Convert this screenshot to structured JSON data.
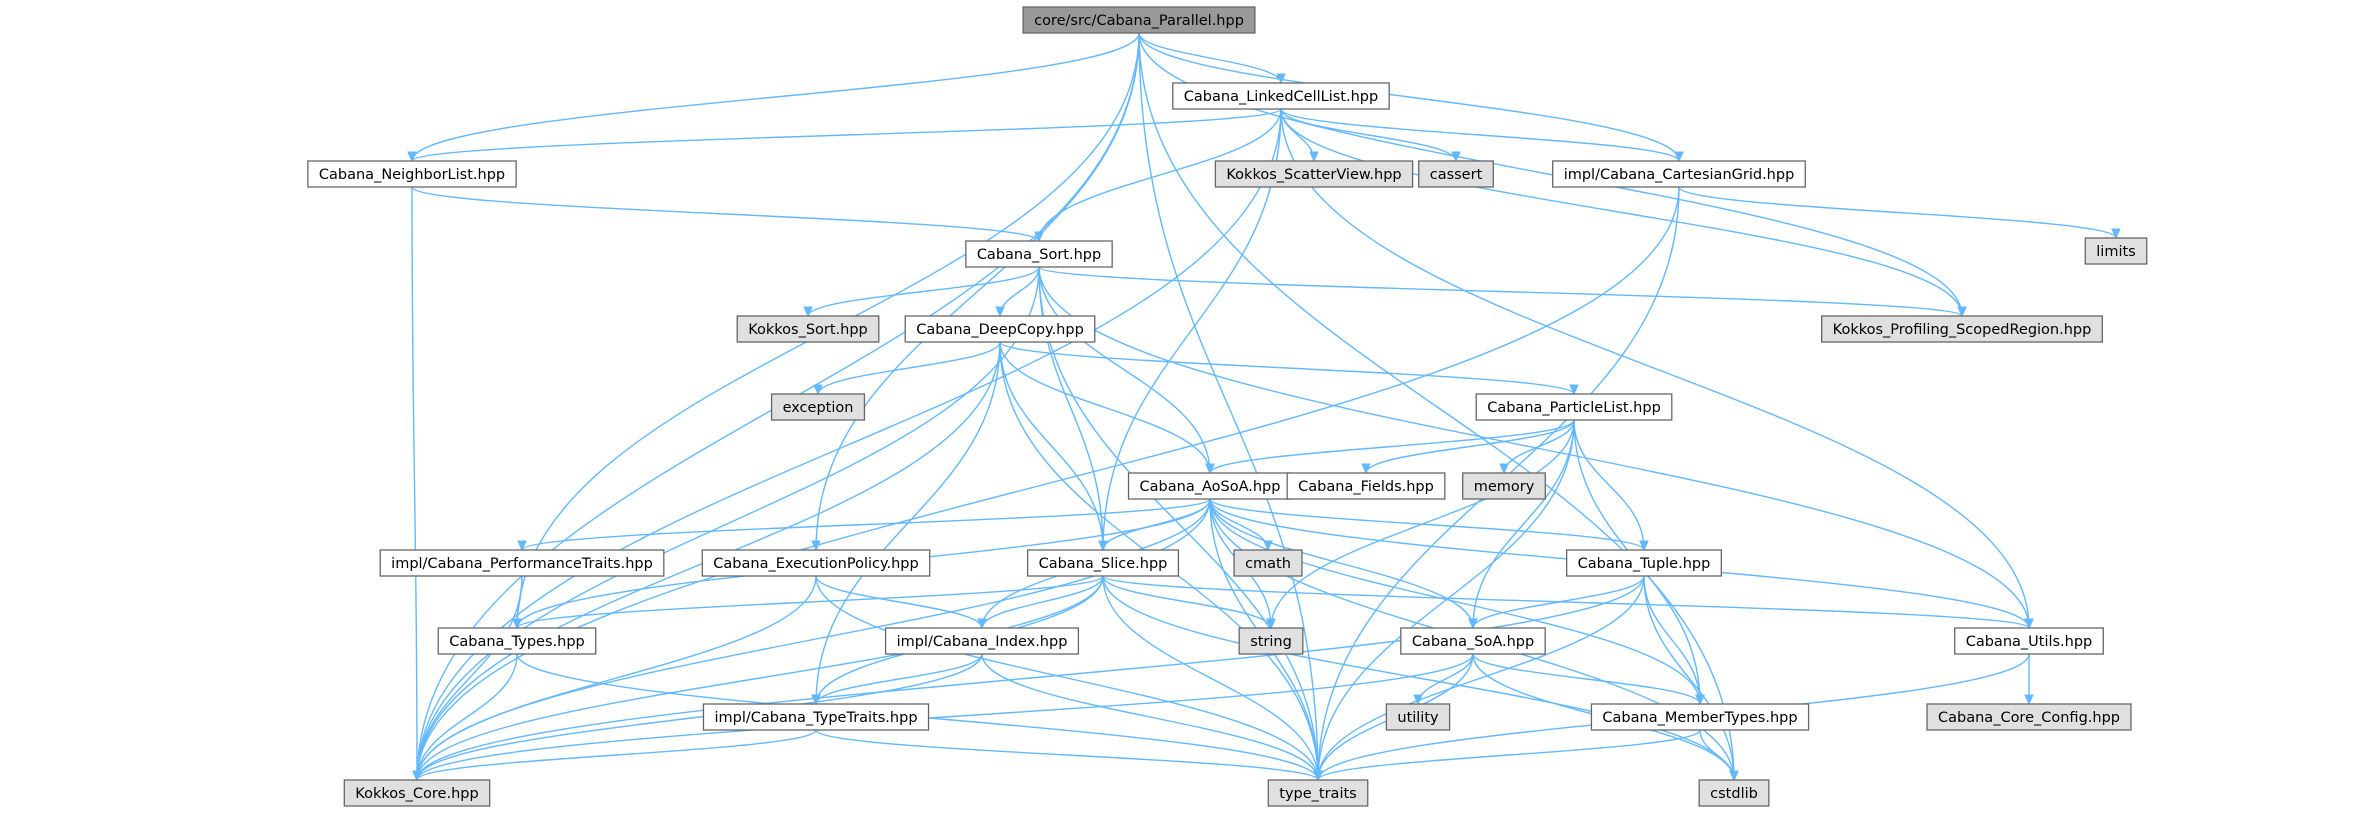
{
  "diagram": {
    "colors": {
      "root_fill": "#999999",
      "file_fill": "#ffffff",
      "external_fill": "#e0e0e0",
      "border": "#666666",
      "edge": "#63b8ff",
      "text": "#000000"
    },
    "nodes": [
      {
        "id": "parallel",
        "label": "core/src/Cabana_Parallel.hpp",
        "kind": "root"
      },
      {
        "id": "linkedcell",
        "label": "Cabana_LinkedCellList.hpp",
        "kind": "file"
      },
      {
        "id": "neighborlist",
        "label": "Cabana_NeighborList.hpp",
        "kind": "file"
      },
      {
        "id": "scatterview",
        "label": "Kokkos_ScatterView.hpp",
        "kind": "external"
      },
      {
        "id": "cassert",
        "label": "cassert",
        "kind": "external"
      },
      {
        "id": "cartgrid",
        "label": "impl/Cabana_CartesianGrid.hpp",
        "kind": "file"
      },
      {
        "id": "limits",
        "label": "limits",
        "kind": "external"
      },
      {
        "id": "sort",
        "label": "Cabana_Sort.hpp",
        "kind": "file"
      },
      {
        "id": "kokkossort",
        "label": "Kokkos_Sort.hpp",
        "kind": "external"
      },
      {
        "id": "deepcopy",
        "label": "Cabana_DeepCopy.hpp",
        "kind": "file"
      },
      {
        "id": "profiling",
        "label": "Kokkos_Profiling_ScopedRegion.hpp",
        "kind": "external"
      },
      {
        "id": "exception",
        "label": "exception",
        "kind": "external"
      },
      {
        "id": "particlelist",
        "label": "Cabana_ParticleList.hpp",
        "kind": "file"
      },
      {
        "id": "aosoa",
        "label": "Cabana_AoSoA.hpp",
        "kind": "file"
      },
      {
        "id": "fields",
        "label": "Cabana_Fields.hpp",
        "kind": "file"
      },
      {
        "id": "memory",
        "label": "memory",
        "kind": "external"
      },
      {
        "id": "perftraits",
        "label": "impl/Cabana_PerformanceTraits.hpp",
        "kind": "file"
      },
      {
        "id": "execpolicy",
        "label": "Cabana_ExecutionPolicy.hpp",
        "kind": "file"
      },
      {
        "id": "slice",
        "label": "Cabana_Slice.hpp",
        "kind": "file"
      },
      {
        "id": "cmath",
        "label": "cmath",
        "kind": "external"
      },
      {
        "id": "tuple",
        "label": "Cabana_Tuple.hpp",
        "kind": "file"
      },
      {
        "id": "types",
        "label": "Cabana_Types.hpp",
        "kind": "file"
      },
      {
        "id": "index",
        "label": "impl/Cabana_Index.hpp",
        "kind": "file"
      },
      {
        "id": "string",
        "label": "string",
        "kind": "external"
      },
      {
        "id": "soa",
        "label": "Cabana_SoA.hpp",
        "kind": "file"
      },
      {
        "id": "utils",
        "label": "Cabana_Utils.hpp",
        "kind": "file"
      },
      {
        "id": "utility",
        "label": "utility",
        "kind": "external"
      },
      {
        "id": "typetraitsimpl",
        "label": "impl/Cabana_TypeTraits.hpp",
        "kind": "file"
      },
      {
        "id": "membertypes",
        "label": "Cabana_MemberTypes.hpp",
        "kind": "file"
      },
      {
        "id": "coreconfig",
        "label": "Cabana_Core_Config.hpp",
        "kind": "external"
      },
      {
        "id": "kokkoscore",
        "label": "Kokkos_Core.hpp",
        "kind": "external"
      },
      {
        "id": "type_traits",
        "label": "type_traits",
        "kind": "external"
      },
      {
        "id": "cstdlib",
        "label": "cstdlib",
        "kind": "external"
      }
    ],
    "edges": [
      [
        "parallel",
        "linkedcell"
      ],
      [
        "parallel",
        "neighborlist"
      ],
      [
        "parallel",
        "cartgrid"
      ],
      [
        "parallel",
        "kokkoscore"
      ],
      [
        "parallel",
        "types"
      ],
      [
        "parallel",
        "execpolicy"
      ],
      [
        "parallel",
        "profiling"
      ],
      [
        "parallel",
        "type_traits"
      ],
      [
        "parallel",
        "cstdlib"
      ],
      [
        "linkedcell",
        "neighborlist"
      ],
      [
        "linkedcell",
        "scatterview"
      ],
      [
        "linkedcell",
        "cassert"
      ],
      [
        "linkedcell",
        "cartgrid"
      ],
      [
        "linkedcell",
        "sort"
      ],
      [
        "linkedcell",
        "slice"
      ],
      [
        "linkedcell",
        "kokkoscore"
      ],
      [
        "linkedcell",
        "profiling"
      ],
      [
        "linkedcell",
        "utils"
      ],
      [
        "neighborlist",
        "sort"
      ],
      [
        "neighborlist",
        "kokkoscore"
      ],
      [
        "cartgrid",
        "limits"
      ],
      [
        "cartgrid",
        "kokkoscore"
      ],
      [
        "cartgrid",
        "type_traits"
      ],
      [
        "sort",
        "kokkossort"
      ],
      [
        "sort",
        "deepcopy"
      ],
      [
        "sort",
        "aosoa"
      ],
      [
        "sort",
        "slice"
      ],
      [
        "sort",
        "kokkoscore"
      ],
      [
        "sort",
        "profiling"
      ],
      [
        "sort",
        "utils"
      ],
      [
        "sort",
        "type_traits"
      ],
      [
        "deepcopy",
        "exception"
      ],
      [
        "deepcopy",
        "particlelist"
      ],
      [
        "deepcopy",
        "aosoa"
      ],
      [
        "deepcopy",
        "slice"
      ],
      [
        "deepcopy",
        "typetraitsimpl"
      ],
      [
        "deepcopy",
        "kokkoscore"
      ],
      [
        "deepcopy",
        "type_traits"
      ],
      [
        "particlelist",
        "aosoa"
      ],
      [
        "particlelist",
        "fields"
      ],
      [
        "particlelist",
        "memory"
      ],
      [
        "particlelist",
        "string"
      ],
      [
        "particlelist",
        "tuple"
      ],
      [
        "particlelist",
        "soa"
      ],
      [
        "particlelist",
        "membertypes"
      ],
      [
        "particlelist",
        "type_traits"
      ],
      [
        "aosoa",
        "perftraits"
      ],
      [
        "aosoa",
        "slice"
      ],
      [
        "aosoa",
        "cmath"
      ],
      [
        "aosoa",
        "tuple"
      ],
      [
        "aosoa",
        "types"
      ],
      [
        "aosoa",
        "index"
      ],
      [
        "aosoa",
        "string"
      ],
      [
        "aosoa",
        "soa"
      ],
      [
        "aosoa",
        "utils"
      ],
      [
        "aosoa",
        "membertypes"
      ],
      [
        "aosoa",
        "kokkoscore"
      ],
      [
        "aosoa",
        "type_traits"
      ],
      [
        "aosoa",
        "cstdlib"
      ],
      [
        "perftraits",
        "types"
      ],
      [
        "perftraits",
        "kokkoscore"
      ],
      [
        "execpolicy",
        "index"
      ],
      [
        "execpolicy",
        "kokkoscore"
      ],
      [
        "execpolicy",
        "type_traits"
      ],
      [
        "slice",
        "types"
      ],
      [
        "slice",
        "index"
      ],
      [
        "slice",
        "string"
      ],
      [
        "slice",
        "typetraitsimpl"
      ],
      [
        "slice",
        "utils"
      ],
      [
        "slice",
        "kokkoscore"
      ],
      [
        "slice",
        "type_traits"
      ],
      [
        "slice",
        "cstdlib"
      ],
      [
        "tuple",
        "soa"
      ],
      [
        "tuple",
        "membertypes"
      ],
      [
        "tuple",
        "kokkoscore"
      ],
      [
        "tuple",
        "type_traits"
      ],
      [
        "tuple",
        "cstdlib"
      ],
      [
        "types",
        "kokkoscore"
      ],
      [
        "types",
        "type_traits"
      ],
      [
        "index",
        "typetraitsimpl"
      ],
      [
        "index",
        "kokkoscore"
      ],
      [
        "index",
        "type_traits"
      ],
      [
        "soa",
        "utility"
      ],
      [
        "soa",
        "membertypes"
      ],
      [
        "soa",
        "kokkoscore"
      ],
      [
        "soa",
        "type_traits"
      ],
      [
        "soa",
        "cstdlib"
      ],
      [
        "utils",
        "coreconfig"
      ],
      [
        "utils",
        "type_traits"
      ],
      [
        "typetraitsimpl",
        "kokkoscore"
      ],
      [
        "typetraitsimpl",
        "type_traits"
      ],
      [
        "membertypes",
        "type_traits"
      ],
      [
        "membertypes",
        "cstdlib"
      ]
    ]
  }
}
